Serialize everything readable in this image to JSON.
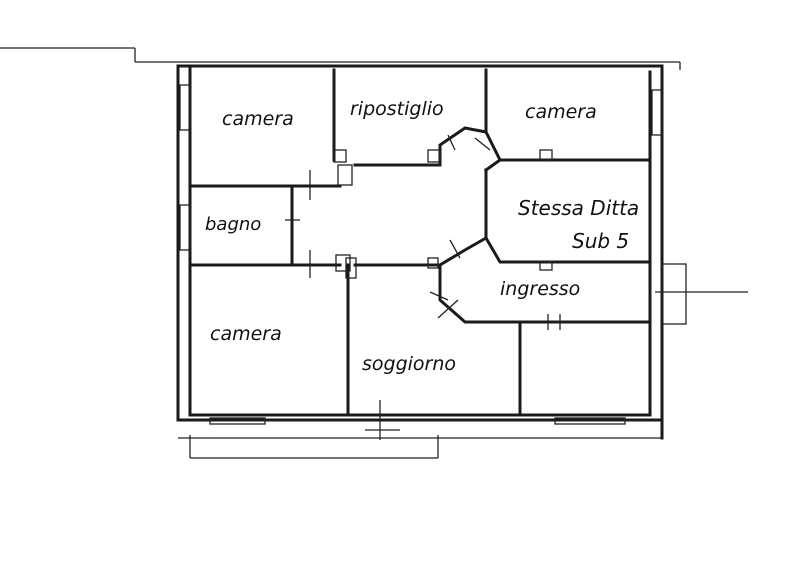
{
  "rooms": {
    "camera_top_left": "camera",
    "ripostiglio": "ripostiglio",
    "camera_top_right": "camera",
    "bagno": "bagno",
    "stessa_ditta": "Stessa Ditta",
    "sub": "Sub 5",
    "ingresso": "ingresso",
    "camera_bottom_left": "camera",
    "soggiorno": "soggiorno"
  }
}
